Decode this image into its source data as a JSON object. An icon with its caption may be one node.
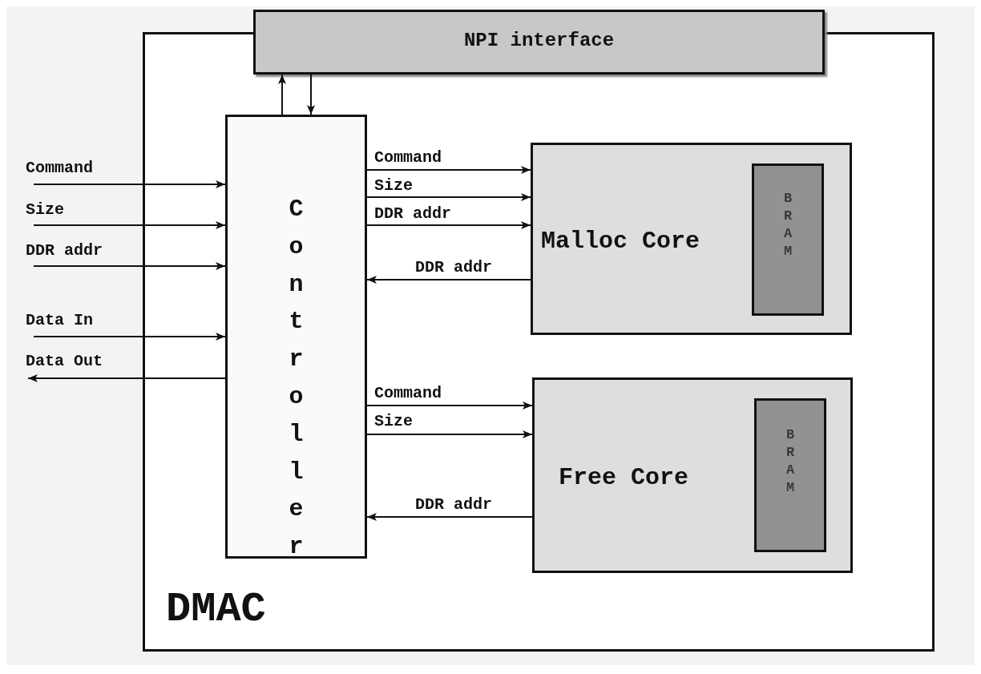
{
  "diagram": {
    "nodes": [
      {
        "text": [
          "DMAC"
        ]
      },
      {
        "text": [
          "NPI interface"
        ]
      },
      {
        "text": [
          "Controller"
        ],
        "in": 0
      },
      {
        "text": [
          "Malloc Core"
        ],
        "in": 0
      },
      {
        "text": [
          "BRAM"
        ],
        "in": 3
      },
      {
        "text": [
          "Free Core"
        ],
        "in": 0
      },
      {
        "text": [
          "BRAM"
        ],
        "in": 5
      }
    ],
    "edges": [
      {
        "from": 2,
        "to": 1,
        "arrow": "to"
      },
      {
        "from": 1,
        "to": 2,
        "arrow": "to"
      },
      {
        "from": null,
        "to": 2,
        "arrow": "to",
        "label": "Command"
      },
      {
        "from": null,
        "to": 2,
        "arrow": "to",
        "label": "Size"
      },
      {
        "from": null,
        "to": 2,
        "arrow": "to",
        "label": "DDR addr"
      },
      {
        "from": null,
        "to": 2,
        "arrow": "to",
        "label": "Data In"
      },
      {
        "from": 2,
        "to": null,
        "arrow": "to",
        "label": "Data Out"
      },
      {
        "from": 2,
        "to": 3,
        "arrow": "to",
        "label": "Command"
      },
      {
        "from": 2,
        "to": 3,
        "arrow": "to",
        "label": "Size"
      },
      {
        "from": 2,
        "to": 3,
        "arrow": "to",
        "label": "DDR addr"
      },
      {
        "from": 3,
        "to": 2,
        "arrow": "to",
        "label": "DDR addr"
      },
      {
        "from": 2,
        "to": 5,
        "arrow": "to",
        "label": "Command"
      },
      {
        "from": 2,
        "to": 5,
        "arrow": "to",
        "label": "Size"
      },
      {
        "from": 5,
        "to": 2,
        "arrow": "to",
        "label": "DDR addr"
      }
    ]
  }
}
